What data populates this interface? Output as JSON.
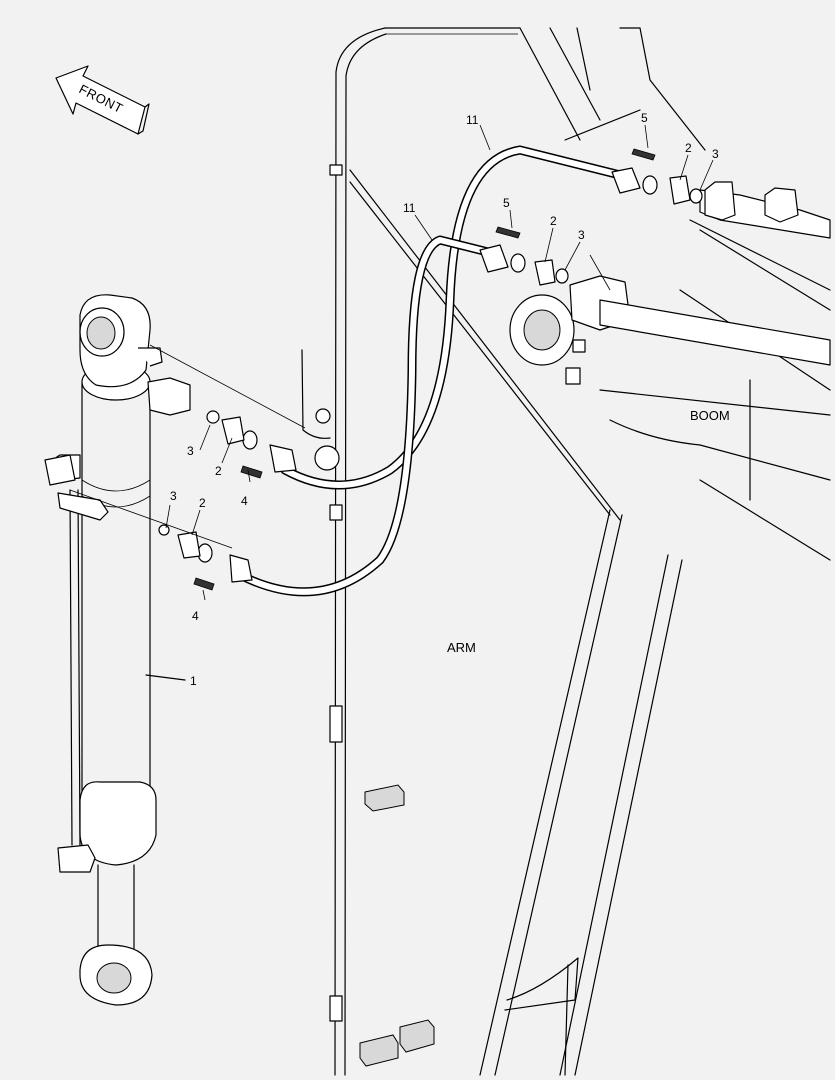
{
  "labels": {
    "front": "FRONT",
    "arm": "ARM",
    "boom": "BOOM"
  },
  "callouts": {
    "c1": "1",
    "c2a": "2",
    "c2b": "2",
    "c2c": "2",
    "c2d": "2",
    "c3a": "3",
    "c3b": "3",
    "c3c": "3",
    "c3d": "3",
    "c4a": "4",
    "c4b": "4",
    "c5a": "5",
    "c5b": "5",
    "c11a": "11",
    "c11b": "11"
  }
}
